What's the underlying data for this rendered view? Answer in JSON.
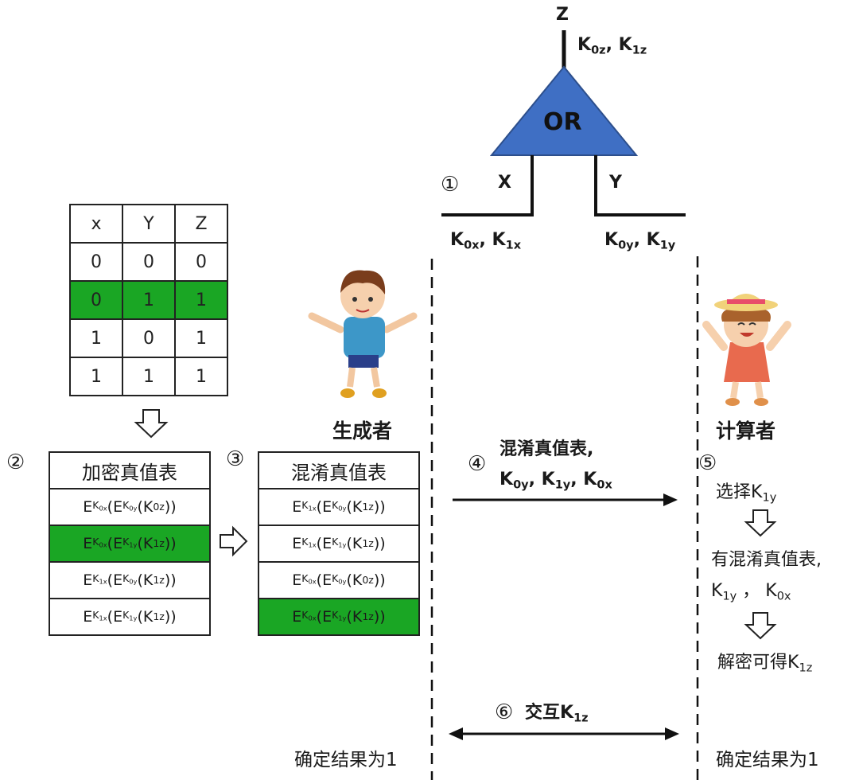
{
  "gate": {
    "label": "OR",
    "z": "Z",
    "x": "X",
    "y": "Y",
    "color": "#3f6fc4"
  },
  "truth_table": {
    "headers": [
      "x",
      "Y",
      "Z"
    ],
    "rows": [
      [
        "0",
        "0",
        "0"
      ],
      [
        "0",
        "1",
        "1"
      ],
      [
        "1",
        "0",
        "1"
      ],
      [
        "1",
        "1",
        "1"
      ]
    ],
    "highlight_row": 1
  },
  "highlight_color": "#1aa624",
  "steps": {
    "s1": "①",
    "s2": "②",
    "s3": "③",
    "s4": "④",
    "s5": "⑤",
    "s6": "⑥"
  },
  "enc_table": {
    "title": "加密真值表",
    "rows": [
      [
        "K0x",
        "K0y",
        "K0z"
      ],
      [
        "K0x",
        "K1y",
        "K1z"
      ],
      [
        "K1x",
        "K0y",
        "K1z"
      ],
      [
        "K1x",
        "K1y",
        "K1z"
      ]
    ]
  },
  "mix_table": {
    "title": "混淆真值表",
    "rows": [
      [
        "K1x",
        "K0y",
        "K1z"
      ],
      [
        "K1x",
        "K1y",
        "K1z"
      ],
      [
        "K0x",
        "K0y",
        "K0z"
      ],
      [
        "K0x",
        "K1y",
        "K1z"
      ]
    ]
  },
  "roles": {
    "generator": "生成者",
    "computer": "计算者"
  },
  "texts": {
    "mix_table_line": "混淆真值表,",
    "choose": "选择",
    "have_mix": "有混淆真值表,",
    "decrypt": "解密可得",
    "exchange": "交互",
    "result_left": "确定结果为1",
    "result_right": "确定结果为1",
    "comma_cn": " ，"
  }
}
